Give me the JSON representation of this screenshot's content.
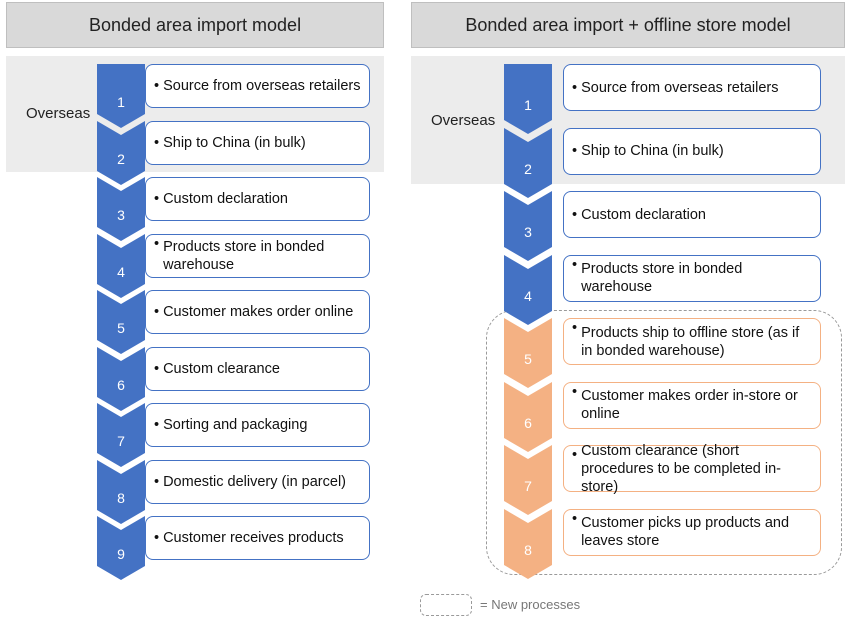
{
  "left": {
    "title": "Bonded area import model",
    "overseas": "Overseas",
    "steps": [
      {
        "num": "1",
        "text": "Source from overseas retailers"
      },
      {
        "num": "2",
        "text": "Ship to China (in bulk)"
      },
      {
        "num": "3",
        "text": "Custom declaration"
      },
      {
        "num": "4",
        "text": "Products store in bonded warehouse"
      },
      {
        "num": "5",
        "text": "Customer makes order online"
      },
      {
        "num": "6",
        "text": "Custom clearance"
      },
      {
        "num": "7",
        "text": "Sorting and packaging"
      },
      {
        "num": "8",
        "text": "Domestic delivery (in parcel)"
      },
      {
        "num": "9",
        "text": "Customer receives products"
      }
    ]
  },
  "right": {
    "title": "Bonded area import + offline store model",
    "overseas": "Overseas",
    "steps": [
      {
        "num": "1",
        "text": "Source from overseas retailers",
        "new": false
      },
      {
        "num": "2",
        "text": "Ship to China (in bulk)",
        "new": false
      },
      {
        "num": "3",
        "text": "Custom declaration",
        "new": false
      },
      {
        "num": "4",
        "text": "Products store in bonded warehouse",
        "new": false
      },
      {
        "num": "5",
        "text": "Products ship to offline store (as if in bonded warehouse)",
        "new": true
      },
      {
        "num": "6",
        "text": "Customer makes order in-store or online",
        "new": true
      },
      {
        "num": "7",
        "text": "Custom clearance (short procedures to be completed in-store)",
        "new": true
      },
      {
        "num": "8",
        "text": "Customer picks up products and leaves store",
        "new": true
      }
    ]
  },
  "legend": {
    "label": "= New processes"
  },
  "colors": {
    "standard": "#4472c4",
    "new": "#f4b183",
    "box_border_standard": "#4472c4",
    "box_border_new": "#f4b183"
  }
}
